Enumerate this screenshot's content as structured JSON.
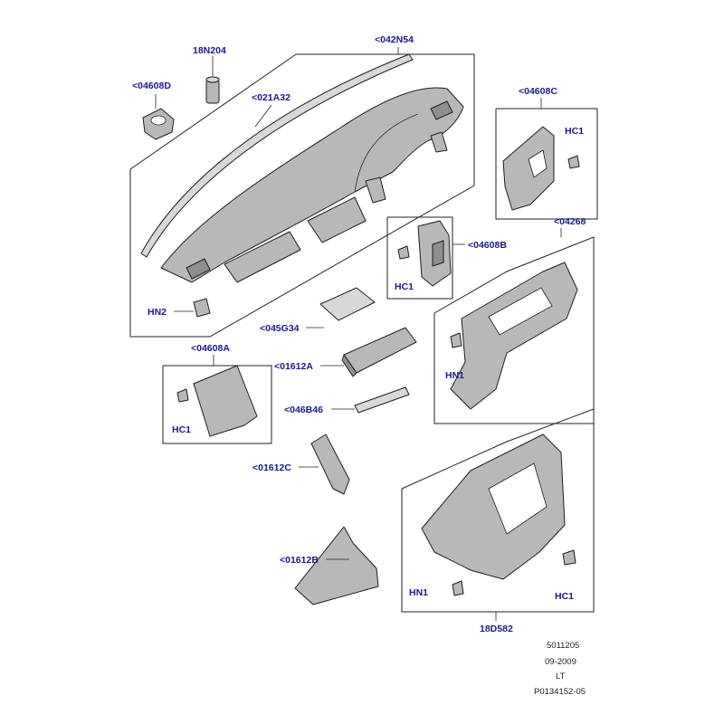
{
  "colors": {
    "callout": "#1a1a8c",
    "line": "#222222",
    "part_fill": "#b8b8b8"
  },
  "callouts": {
    "c042N54": "<042N54",
    "c18N204": "18N204",
    "c04608D": "<04608D",
    "c021A32": "<021A32",
    "c04608C": "<04608C",
    "hc1_c": "HC1",
    "c04268": "<04268",
    "c04608B": "<04608B",
    "hc1_b": "HC1",
    "hn2": "HN2",
    "c045G34": "<045G34",
    "c04608A": "<04608A",
    "c01612A": "<01612A",
    "hn1_right": "HN1",
    "hc1_a": "HC1",
    "c046B46": "<046B46",
    "c01612C": "<01612C",
    "c01612B": "<01612B",
    "hn1_lower": "HN1",
    "hc1_lower": "HC1",
    "c18D582": "18D582"
  },
  "footer": {
    "line1": "5011205",
    "line2": "09-2009",
    "line3": "LT",
    "line4": "P0134152-05"
  }
}
